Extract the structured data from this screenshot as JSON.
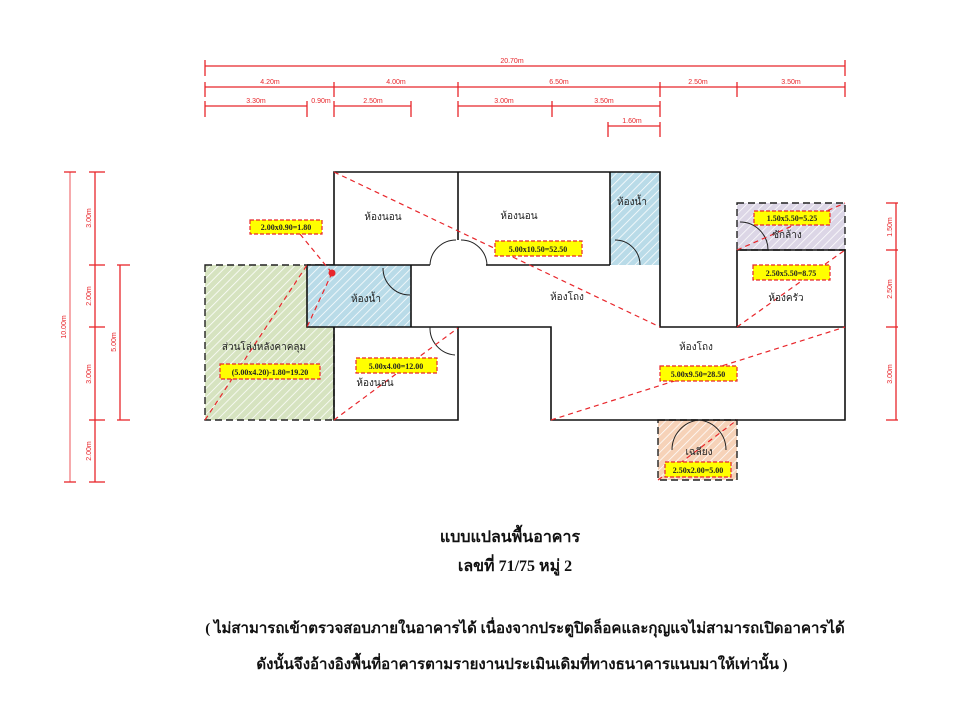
{
  "dimensions": {
    "top_total": "20.70m",
    "top_row1": [
      "4.20m",
      "4.00m",
      "6.50m",
      "2.50m",
      "3.50m"
    ],
    "top_row2": [
      "3.30m",
      "0.90m",
      "2.50m",
      "3.00m",
      "3.50m"
    ],
    "top_row3": [
      "1.60m"
    ],
    "left_total": "10.00m",
    "left_row": [
      "3.00m",
      "2.00m",
      "3.00m",
      "2.00m"
    ],
    "left_inner": "5.00m",
    "right_row": [
      "1.50m",
      "2.50m",
      "3.00m"
    ]
  },
  "rooms": {
    "bedroom_1": "ห้องนอน",
    "bedroom_2": "ห้องนอน",
    "bedroom_3": "ห้องนอน",
    "bathroom_1": "ห้องน้ำ",
    "bathroom_2": "ห้องน้ำ",
    "hall_1": "ห้องโถง",
    "hall_2": "ห้องโถง",
    "kitchen": "ห้องครัว",
    "laundry": "ซักล้าง",
    "covered_area": "ส่วนโล่งหลังคาคลุม",
    "porch": "เฉลียง"
  },
  "areas": {
    "bathroom_small": "2.00x0.90=1.80",
    "main": "5.00x10.50=52.50",
    "laundry": "1.50x5.50=5.25",
    "kitchen": "2.50x5.50=8.75",
    "bedroom": "5.00x4.00=12.00",
    "covered": "(5.00x4.20)-1.80=19.20",
    "hall": "5.00x9.50=28.50",
    "porch": "2.50x2.00=5.00"
  },
  "colors": {
    "dimension": "#e8262b",
    "label_bg": "#ffff00",
    "bathroom": "#b9dbe8",
    "garden": "#d6e3c0",
    "laundry": "#dcd6e6",
    "porch": "#f6d2b8"
  },
  "title": {
    "line1": "แบบแปลนพื้นอาคาร",
    "line2": "เลขที่ 71/75  หมู่ 2"
  },
  "note": {
    "line1": "( ไม่สามารถเข้าตรวจสอบภายในอาคารได้ เนื่องจากประตูปิดล็อคและกุญแจไม่สามารถเปิดอาคารได้",
    "line2": "ดังนั้นจึงอ้างอิงพื้นที่อาคารตามรายงานประเมินเดิมที่ทางธนาคารแนบมาให้เท่านั้น )"
  }
}
